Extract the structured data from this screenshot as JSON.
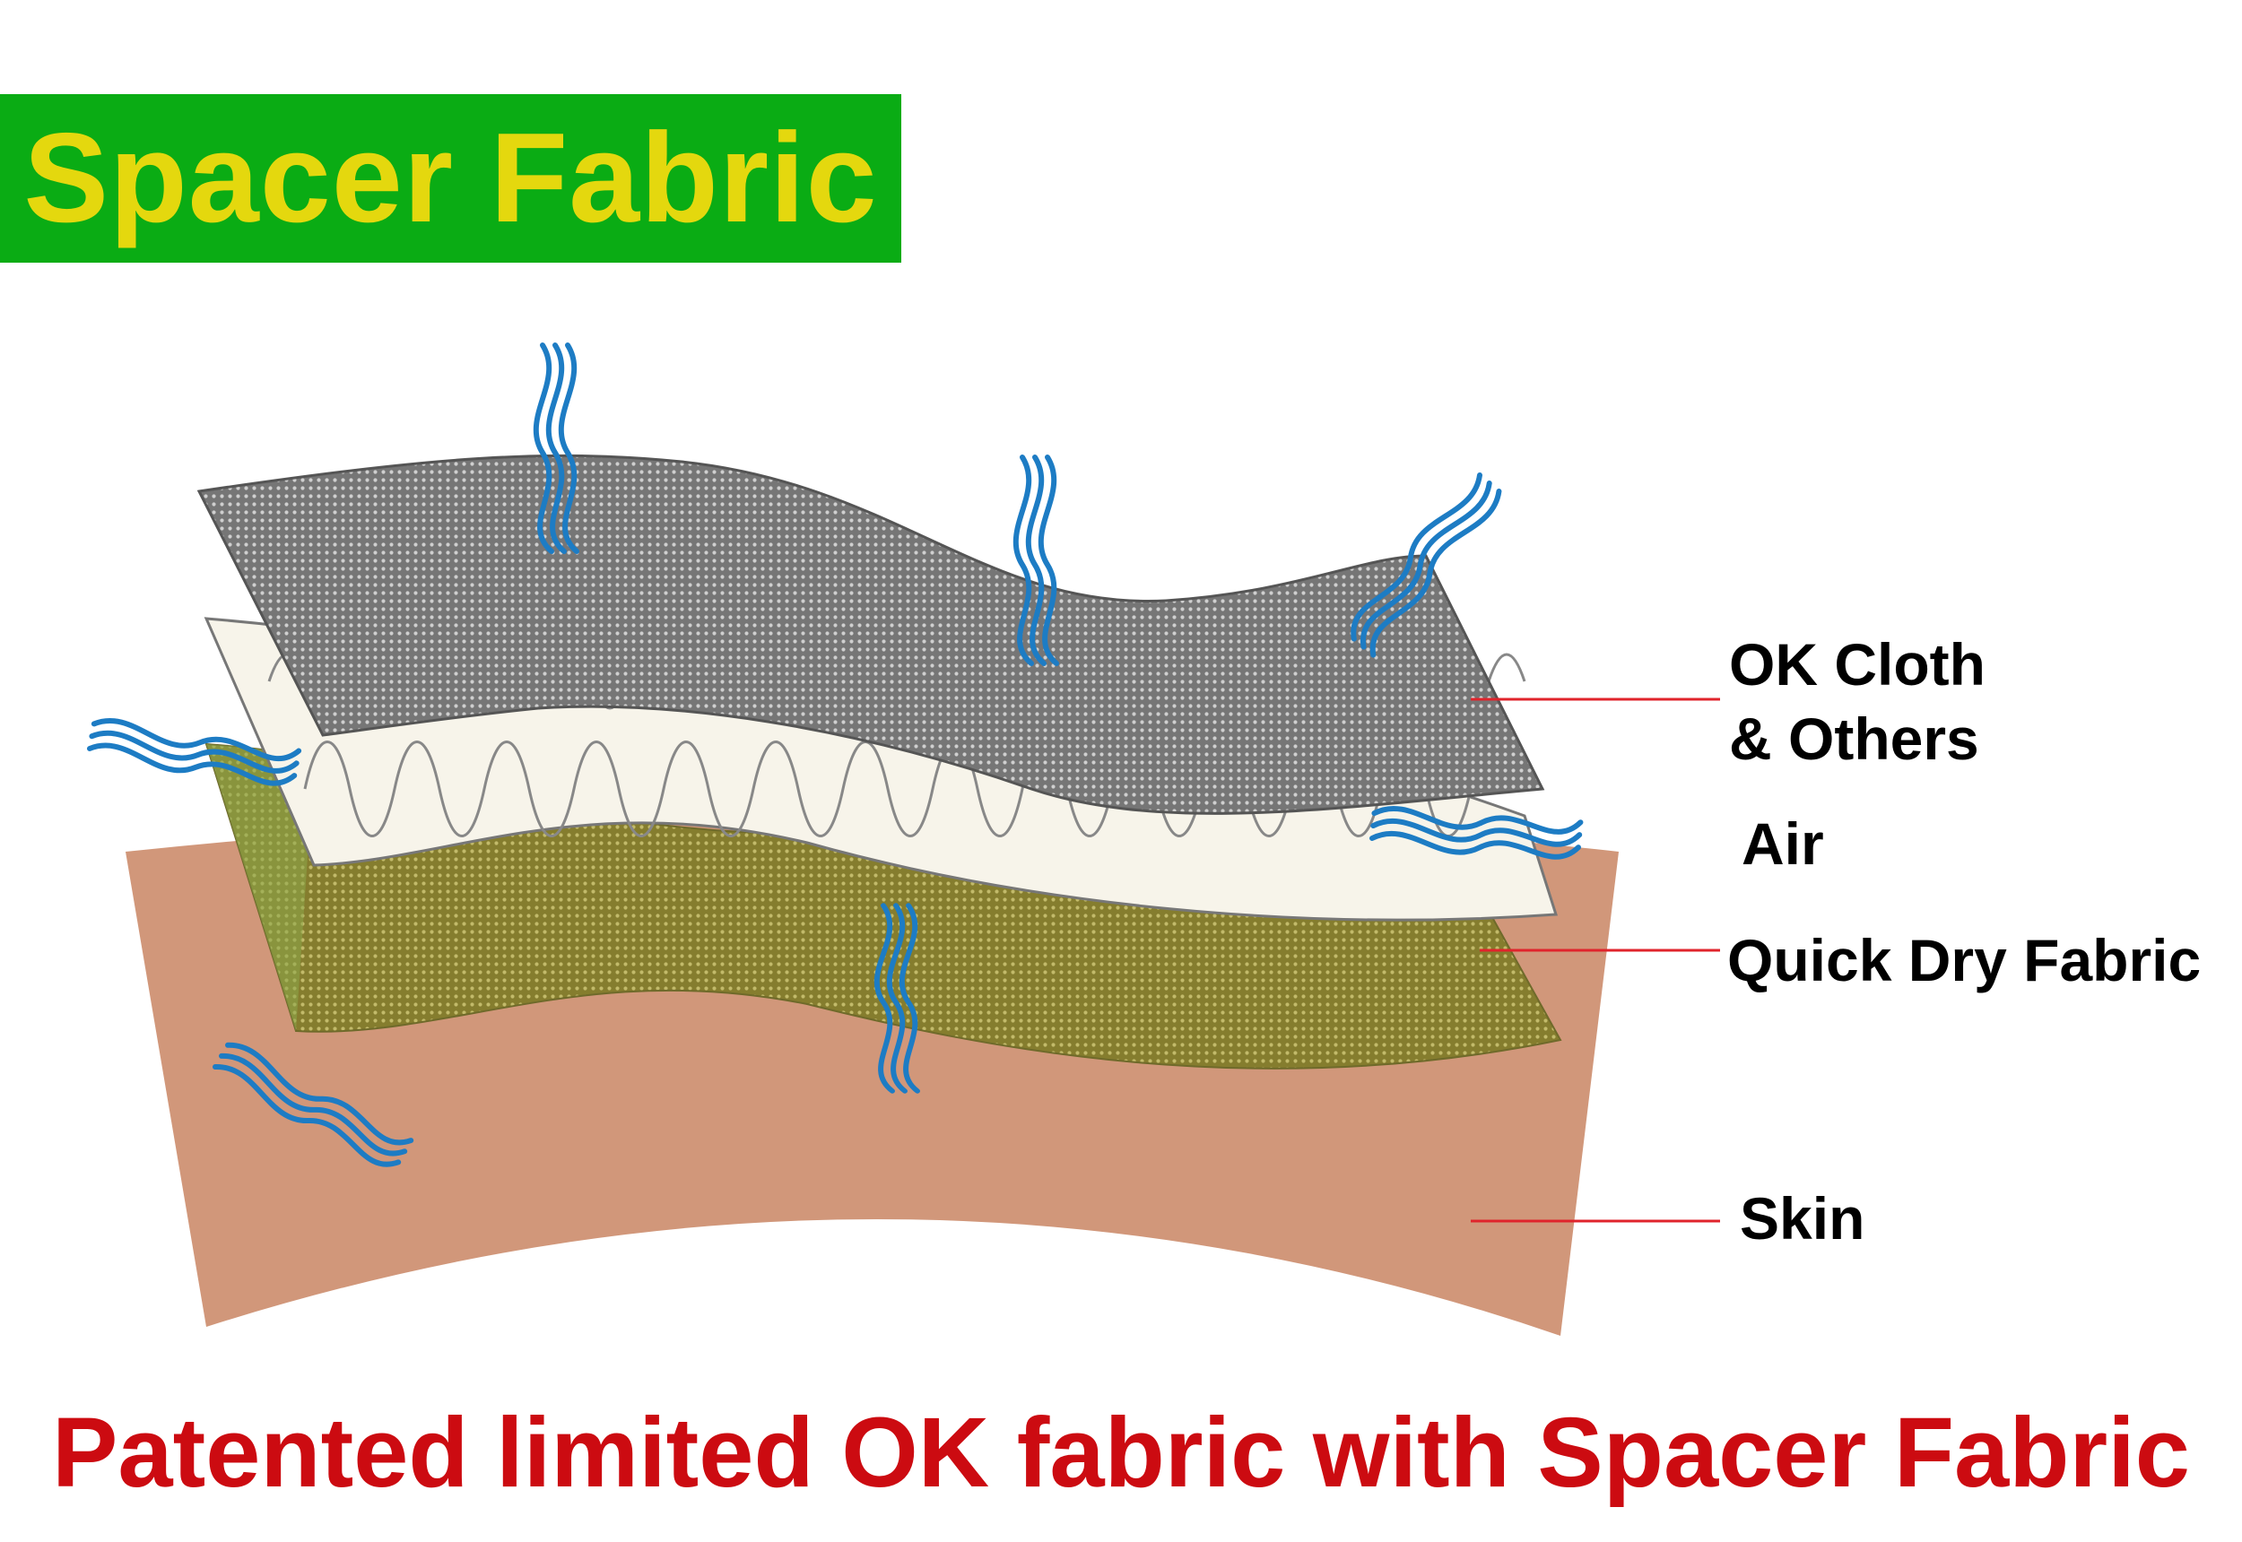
{
  "title": "Spacer Fabric",
  "labels": {
    "ok_cloth_line1": "OK Cloth",
    "ok_cloth_line2": "& Others",
    "air": "Air",
    "quick_dry": "Quick Dry Fabric",
    "skin": "Skin"
  },
  "footer": "Patented limited OK fabric with Spacer Fabric",
  "colors": {
    "title_bg": "#0aac14",
    "title_text": "#e4d80e",
    "footer_text": "#cc0b11",
    "skin": "#d1977a",
    "quick_dry": "#8a8232",
    "ok_cloth": "#7c7c7c",
    "air_wave": "#1d7cc4",
    "leader_line": "#e0242c"
  },
  "icons": [
    "air-wave-icon"
  ]
}
